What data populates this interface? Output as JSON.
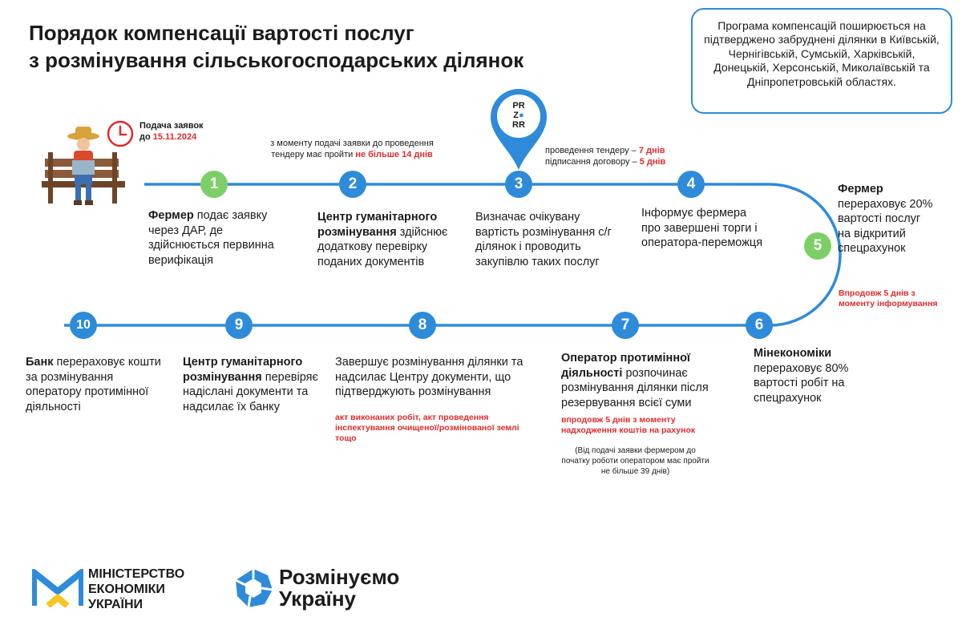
{
  "title": {
    "line1": "Порядок компенсації вартості послуг",
    "line2": "з розмінування сільськогосподарських ділянок"
  },
  "info_box": "Програма компенсацій поширюється на підтверджено забруднені ділянки в Київській, Чернігівській, Сумській, Харківській, Донецькій, Херсонській, Миколаївській та Дніпропетровській областях.",
  "deadline": {
    "label": "Подача заявок",
    "prefix": "до ",
    "date": "15.11.2024"
  },
  "tender_note": {
    "text": "з моменту подачі заявки до проведення тендеру має пройти ",
    "highlight": "не більше 14 днів"
  },
  "tender_times": {
    "line1": "проведення тендеру – ",
    "line1_red": "7 днів",
    "line2": "підписання договору – ",
    "line2_red": "5 днів"
  },
  "prozorro": {
    "l1": "PR",
    "l2": "Z",
    "l3": "RR"
  },
  "steps": [
    {
      "num": "1",
      "bold": "Фермер",
      "text": " подає заявку через ДАР, де здійснюється первинна верифікація"
    },
    {
      "num": "2",
      "bold": "Центр гуманітарного розмінування",
      "text": " здійснює додаткову перевірку поданих документів"
    },
    {
      "num": "3",
      "bold": "",
      "text": "Визначає очікувану вартість розмінування с/г ділянок і проводить закупівлю таких послуг"
    },
    {
      "num": "4",
      "bold": "",
      "text": "Інформує фермера про завершені торги і оператора-переможця"
    },
    {
      "num": "5",
      "bold": "Фермер",
      "text": " перераховує 20% вартості послуг на відкритий спецрахунок",
      "red": "Впродовж 5 днів з моменту інформування"
    },
    {
      "num": "6",
      "bold": "Мінекономіки",
      "text": " перераховує 80% вартості робіт на спецрахунок"
    },
    {
      "num": "7",
      "bold": "Оператор протимінної діяльності",
      "text": " розпочинає розмінування ділянки після резервування всієї суми",
      "red": "впродовж 5 днів з моменту надходження коштів на рахунок",
      "note": "(Від подачі заявки фермером до початку роботи оператором має пройти не більше 39 днів)"
    },
    {
      "num": "8",
      "bold": "",
      "text": "Завершує розмінування ділянки та надсилає Центру документи, що підтверджують розмінування",
      "red": "акт виконаних робіт, акт проведення інспектування очищеної/розмінованої землі тощо"
    },
    {
      "num": "9",
      "bold": "Центр гуманітарного розмінування",
      "text": " перевіряє надіслані документи та надсилає їх банку"
    },
    {
      "num": "10",
      "bold": "Банк",
      "text": " перераховує кошти за розмінування оператору протимінної діяльності"
    }
  ],
  "logos": {
    "ministry": {
      "l1": "МІНІСТЕРСТВО",
      "l2": "ЕКОНОМІКИ",
      "l3": "УКРАЇНИ"
    },
    "demining": {
      "l1": "Розмінуємо",
      "l2": "Україну"
    }
  },
  "colors": {
    "blue": "#2e8bd9",
    "green": "#7ccf66",
    "red": "#e02b2b",
    "yellow": "#f3c623"
  }
}
